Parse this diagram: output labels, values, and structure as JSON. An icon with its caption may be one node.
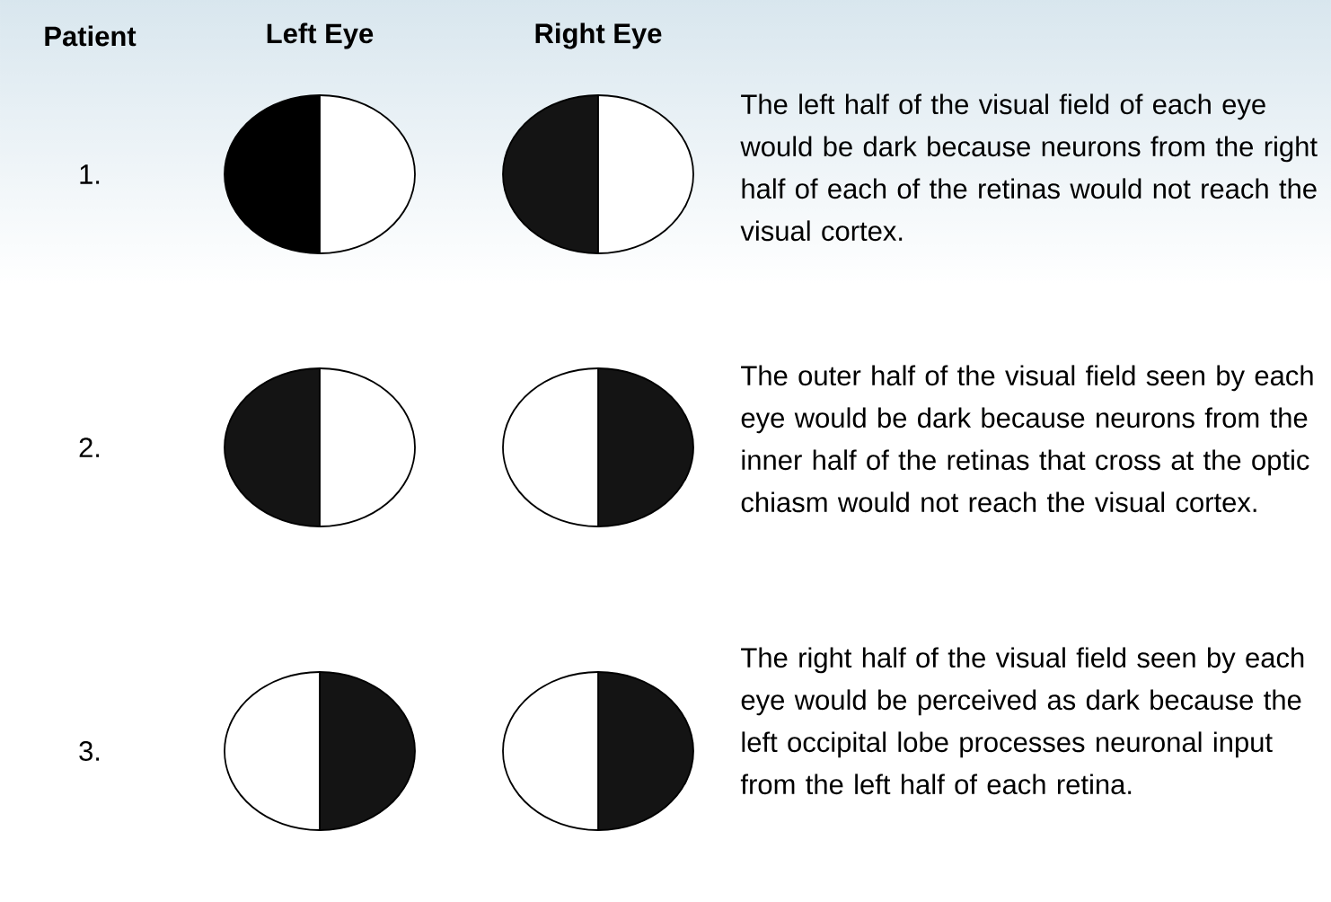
{
  "diagram": {
    "labels": [
      "Patient",
      "Left Eye",
      "Right Eye",
      "1.",
      "The left half of the visual field of each eye would be dark because neurons from the right half of each of the retinas would not reach the visual cortex.",
      "2.",
      "The outer half of the visual field seen by each eye would be dark because neurons from the inner half of the retinas that cross at the optic chiasm would not reach the visual cortex.",
      "3.",
      "The right half of the visual field seen by each eye would be perceived as dark because the left occipital lobe processes neuronal input from the left half of each retina."
    ]
  }
}
